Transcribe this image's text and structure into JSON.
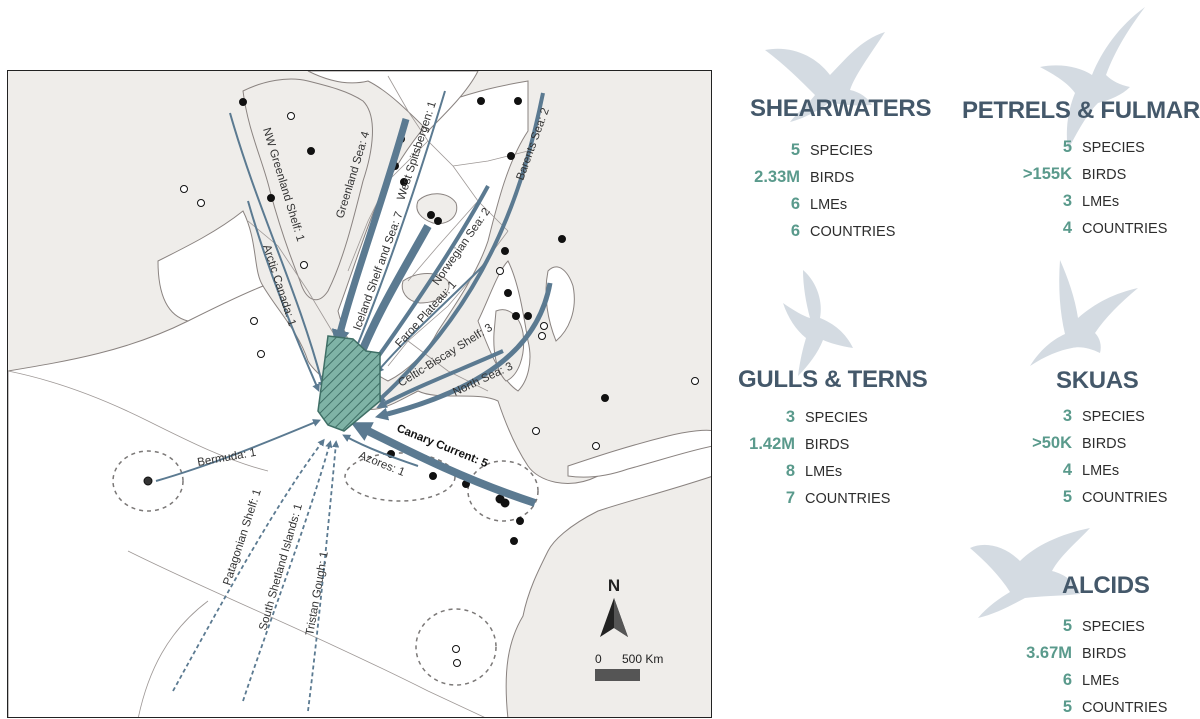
{
  "map": {
    "routes": [
      {
        "label": "NW Greenland Shelf: 1",
        "style": "thin"
      },
      {
        "label": "Arctic Canada: 1",
        "style": "thin"
      },
      {
        "label": "Greenland Sea: 4",
        "style": "thick"
      },
      {
        "label": "West Spitsbergen: 1",
        "style": "thin"
      },
      {
        "label": "Iceland Shelf and Sea: 7",
        "style": "thick"
      },
      {
        "label": "Norwegian Sea: 2",
        "style": "medium"
      },
      {
        "label": "Faroe Plateau: 1",
        "style": "thin"
      },
      {
        "label": "Barents Sea: 2",
        "style": "medium"
      },
      {
        "label": "Celtic-Biscay Shelf: 3",
        "style": "medium"
      },
      {
        "label": "North Sea: 3",
        "style": "medium"
      },
      {
        "label": "Canary Current: 5",
        "style": "thick"
      },
      {
        "label": "Azores: 1",
        "style": "thin"
      },
      {
        "label": "Bermuda: 1",
        "style": "thin"
      },
      {
        "label": "Patagonian Shelf: 1",
        "style": "dashed"
      },
      {
        "label": "South Shetland Islands: 1",
        "style": "dashed"
      },
      {
        "label": "Tristan Gough: 1",
        "style": "dashed"
      }
    ],
    "north_label": "N",
    "scale_zero": "0",
    "scale_label": "500 Km",
    "colors": {
      "land": "#efedea",
      "sea": "#ffffff",
      "route": "#5b7a91",
      "target": "#5a9a8c"
    }
  },
  "groups": [
    {
      "id": "shearwaters",
      "title": "SHEARWATERS",
      "stats": [
        {
          "value": "5",
          "label": "SPECIES"
        },
        {
          "value": "2.33M",
          "label": "BIRDS"
        },
        {
          "value": "6",
          "label": "LMEs"
        },
        {
          "value": "6",
          "label": "COUNTRIES"
        }
      ]
    },
    {
      "id": "petrels",
      "title": "PETRELS & FULMARS",
      "stats": [
        {
          "value": "5",
          "label": "SPECIES"
        },
        {
          "value": ">155K",
          "label": "BIRDS"
        },
        {
          "value": "3",
          "label": "LMEs"
        },
        {
          "value": "4",
          "label": "COUNTRIES"
        }
      ]
    },
    {
      "id": "gulls",
      "title": "GULLS & TERNS",
      "stats": [
        {
          "value": "3",
          "label": "SPECIES"
        },
        {
          "value": "1.42M",
          "label": "BIRDS"
        },
        {
          "value": "8",
          "label": "LMEs"
        },
        {
          "value": "7",
          "label": "COUNTRIES"
        }
      ]
    },
    {
      "id": "skuas",
      "title": "SKUAS",
      "stats": [
        {
          "value": "3",
          "label": "SPECIES"
        },
        {
          "value": ">50K",
          "label": "BIRDS"
        },
        {
          "value": "4",
          "label": "LMEs"
        },
        {
          "value": "5",
          "label": "COUNTRIES"
        }
      ]
    },
    {
      "id": "alcids",
      "title": "ALCIDS",
      "stats": [
        {
          "value": "5",
          "label": "SPECIES"
        },
        {
          "value": "3.67M",
          "label": "BIRDS"
        },
        {
          "value": "6",
          "label": "LMEs"
        },
        {
          "value": "5",
          "label": "COUNTRIES"
        }
      ]
    }
  ]
}
